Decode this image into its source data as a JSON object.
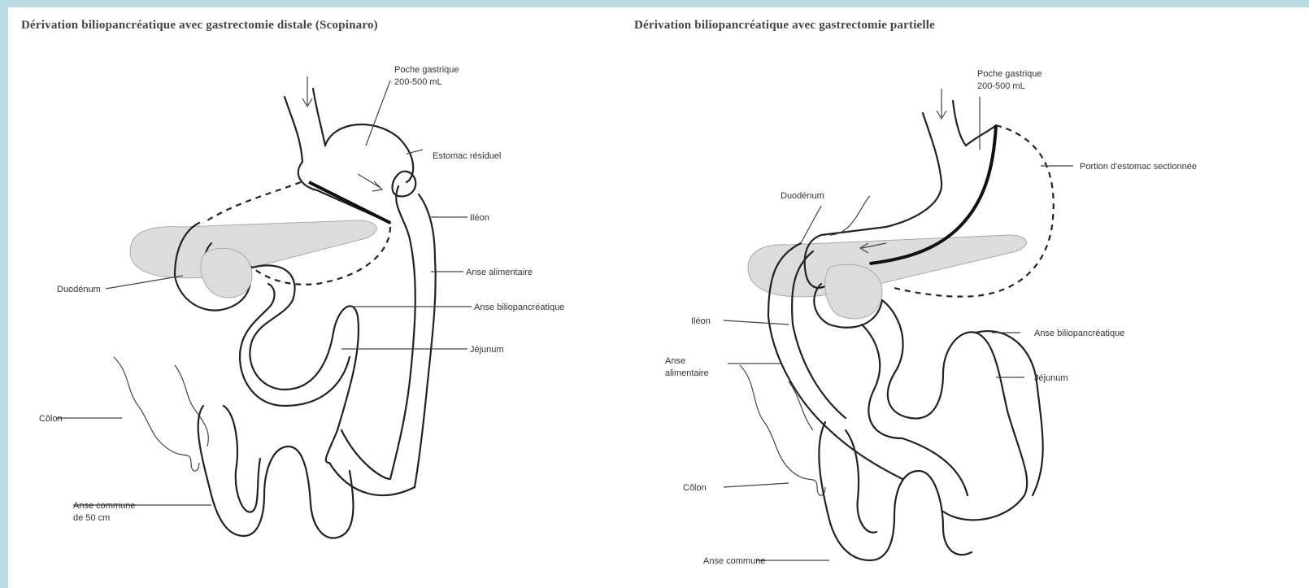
{
  "left": {
    "title": "Dérivation biliopancréatique avec gastrectomie distale (Scopinaro)",
    "labels": {
      "pouch_line1": "Poche gastrique",
      "pouch_line2": "200-500 mL",
      "residual_stomach": "Estomac résiduel",
      "ileum": "Iléon",
      "alimentary_limb": "Anse alimentaire",
      "biliopancreatic_limb": "Anse biliopancréatique",
      "jejunum": "Jéjunum",
      "duodenum": "Duodénum",
      "colon": "Côlon",
      "common_channel_line1": "Anse commune",
      "common_channel_line2": "de 50 cm"
    }
  },
  "right": {
    "title": "Dérivation biliopancréatique avec gastrectomie partielle",
    "labels": {
      "pouch_line1": "Poche gastrique",
      "pouch_line2": "200-500 mL",
      "excluded_stomach": "Portion d'estomac sectionnée",
      "duodenum": "Duodénum",
      "biliopancreatic_limb": "Anse biliopancréatique",
      "jejunum": "Jéjunum",
      "ileum": "Iléon",
      "alimentary_limb_line1": "Anse",
      "alimentary_limb_line2": "alimentaire",
      "colon": "Côlon",
      "common_channel": "Anse commune"
    }
  },
  "colors": {
    "outer_frame": "#b9dde3",
    "background": "#ffffff",
    "line": "#222222",
    "pancreas_fill": "#dcdcdc"
  }
}
